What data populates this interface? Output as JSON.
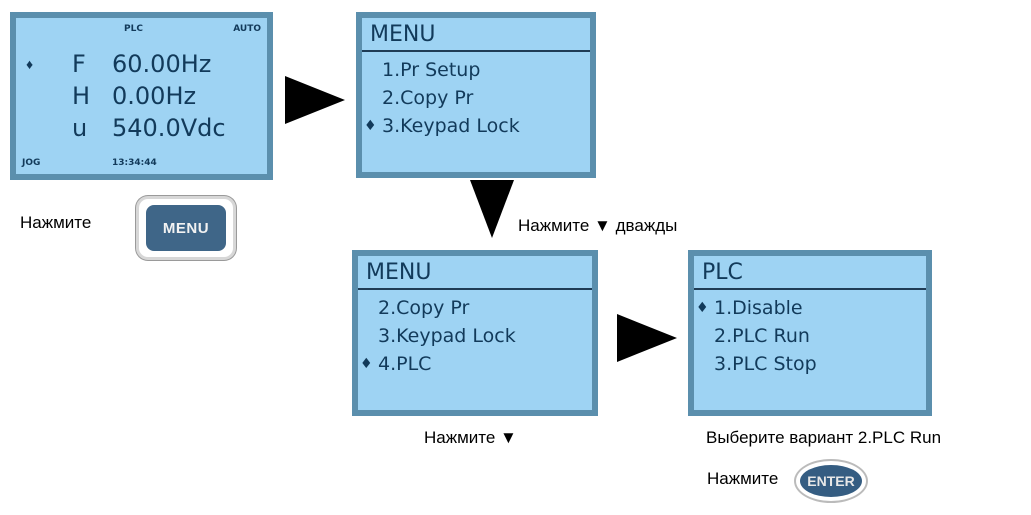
{
  "lcd1": {
    "top_center": "PLC",
    "top_right": "AUTO",
    "rows": [
      {
        "letter": "F",
        "value": "60.00Hz"
      },
      {
        "letter": "H",
        "value": "0.00Hz"
      },
      {
        "letter": "u",
        "value": "540.0Vdc"
      }
    ],
    "bottom_left": "JOG",
    "bottom_center": "13:34:44",
    "selector": "♦"
  },
  "lcd2": {
    "title": "MENU",
    "items": [
      "1.Pr Setup",
      "2.Copy Pr",
      "3.Keypad Lock"
    ],
    "selected_index": 2
  },
  "lcd3": {
    "title": "MENU",
    "items": [
      "2.Copy Pr",
      "3.Keypad Lock",
      "4.PLC"
    ],
    "selected_index": 2
  },
  "lcd4": {
    "title": "PLC",
    "items": [
      "1.Disable",
      "2.PLC Run",
      "3.PLC Stop"
    ],
    "selected_index": 0
  },
  "selector_glyph": "♦",
  "captions": {
    "press_menu": "Нажмите",
    "press_down_twice": "Нажмите ▼ дважды",
    "press_down": "Нажмите ▼",
    "select_option": "Выберите вариант 2.PLC Run",
    "press_enter": "Нажмите"
  },
  "buttons": {
    "menu_label": "MENU",
    "enter_label": "ENTER"
  }
}
